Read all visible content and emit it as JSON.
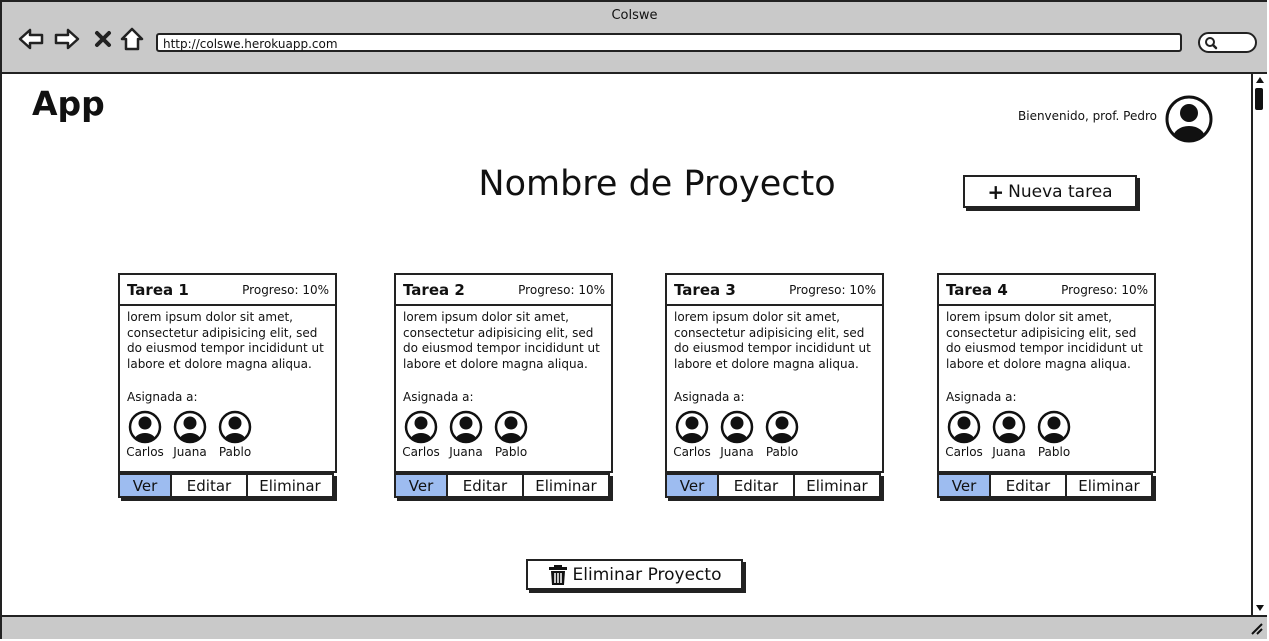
{
  "window": {
    "title": "Colswe",
    "url": "http://colswe.herokuapp.com"
  },
  "app": {
    "title": "App"
  },
  "user": {
    "welcome": "Bienvenido, prof. Pedro"
  },
  "project": {
    "title": "Nombre de Proyecto",
    "new_task_label": "Nueva tarea",
    "delete_label": "Eliminar Proyecto"
  },
  "tasks": [
    {
      "title": "Tarea 1",
      "progress": "Progreso: 10%",
      "progress_value": 10,
      "description": "lorem ipsum dolor sit amet, consectetur adipisicing elit, sed do eiusmod tempor incididunt ut labore et dolore magna aliqua.",
      "assigned_label": "Asignada a:",
      "people": [
        "Carlos",
        "Juana",
        "Pablo"
      ],
      "actions": [
        "Ver",
        "Editar",
        "Eliminar"
      ]
    },
    {
      "title": "Tarea 2",
      "progress": "Progreso: 10%",
      "progress_value": 10,
      "description": "lorem ipsum dolor sit amet, consectetur adipisicing elit, sed do eiusmod tempor incididunt ut labore et dolore magna aliqua.",
      "assigned_label": "Asignada a:",
      "people": [
        "Carlos",
        "Juana",
        "Pablo"
      ],
      "actions": [
        "Ver",
        "Editar",
        "Eliminar"
      ]
    },
    {
      "title": "Tarea 3",
      "progress": "Progreso: 10%",
      "progress_value": 10,
      "description": "lorem ipsum dolor sit amet, consectetur adipisicing elit, sed do eiusmod tempor incididunt ut labore et dolore magna aliqua.",
      "assigned_label": "Asignada a:",
      "people": [
        "Carlos",
        "Juana",
        "Pablo"
      ],
      "actions": [
        "Ver",
        "Editar",
        "Eliminar"
      ]
    },
    {
      "title": "Tarea 4",
      "progress": "Progreso: 10%",
      "progress_value": 10,
      "description": "lorem ipsum dolor sit amet, consectetur adipisicing elit, sed do eiusmod tempor incididunt ut labore et dolore magna aliqua.",
      "assigned_label": "Asignada a:",
      "people": [
        "Carlos",
        "Juana",
        "Pablo"
      ],
      "actions": [
        "Ver",
        "Editar",
        "Eliminar"
      ]
    }
  ],
  "colors": {
    "selected_action": "#9dbcf0",
    "chrome": "#c9c9c9"
  }
}
